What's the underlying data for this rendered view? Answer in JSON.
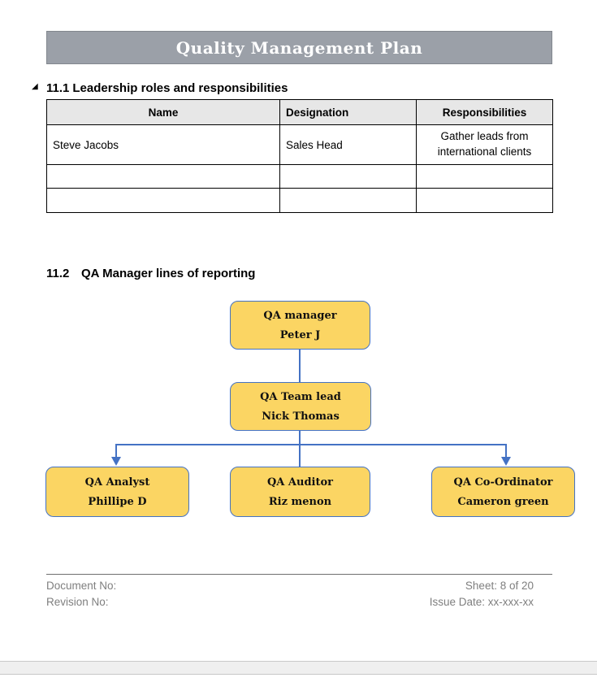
{
  "banner": {
    "title": "Quality Management Plan",
    "bg_color": "#9BA0A8",
    "text_color": "#FFFFFF"
  },
  "sections": {
    "s111": {
      "number": "11.1",
      "heading": "Leadership roles and responsibilities",
      "collapse_icon": "◢"
    },
    "s112": {
      "number": "11.2",
      "heading": "QA Manager lines of reporting"
    }
  },
  "table": {
    "headers": [
      "Name",
      "Designation",
      "Responsibilities"
    ],
    "rows": [
      [
        "Steve Jacobs",
        "Sales Head",
        "Gather leads from international clients"
      ],
      [
        "",
        "",
        ""
      ],
      [
        "",
        "",
        ""
      ]
    ],
    "header_bg": "#E7E7E7"
  },
  "org_chart": {
    "nodes": [
      {
        "role": "QA manager",
        "name": "Peter J"
      },
      {
        "role": "QA Team lead",
        "name": "Nick Thomas"
      },
      {
        "role": "QA Analyst",
        "name": "Phillipe D"
      },
      {
        "role": "QA Auditor",
        "name": "Riz menon"
      },
      {
        "role": "QA Co-Ordinator",
        "name": "Cameron green"
      }
    ],
    "box_fill": "#FBD563",
    "box_border": "#4472C4",
    "connector_color": "#4472C4"
  },
  "footer": {
    "document_no_label": "Document No:",
    "revision_no_label": "Revision No:",
    "sheet_label": "Sheet: 8 of 20",
    "issue_date_label": "Issue Date: xx-xxx-xx"
  }
}
